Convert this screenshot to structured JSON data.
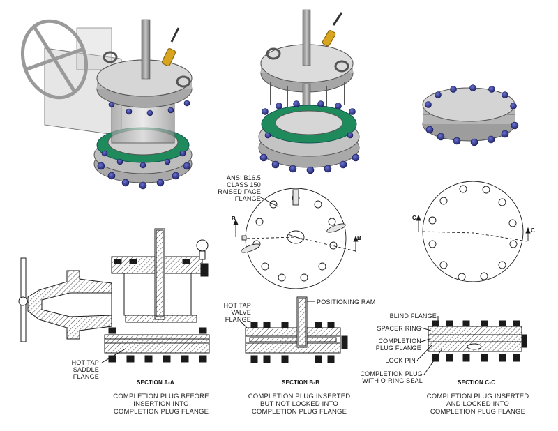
{
  "labels": {
    "flange_spec": "ANSI B16.5\nCLASS 150\nRAISED FACE\nFLANGE",
    "hot_tap_saddle": "HOT TAP\nSADDLE\nFLANGE",
    "hot_tap_valve": "HOT TAP\nVALVE\nFLANGE",
    "positioning_ram": "POSITIONING RAM",
    "blind_flange": "BLIND FLANGE",
    "spacer_ring": "SPACER RING",
    "completion_plug_flange": "COMPLETION\nPLUG FLANGE",
    "lock_pin": "LOCK PIN",
    "completion_plug_oring": "COMPLETION PLUG\nWITH O-RING SEAL"
  },
  "cut_markers": {
    "b": "B",
    "c": "C"
  },
  "sections": [
    {
      "title": "SECTION A-A",
      "caption": "COMPLETION PLUG BEFORE\nINSERTION INTO\nCOMPLETION PLUG FLANGE"
    },
    {
      "title": "SECTION B-B",
      "caption": "COMPLETION PLUG INSERTED\nBUT NOT LOCKED INTO\nCOMPLETION PLUG FLANGE"
    },
    {
      "title": "SECTION C-C",
      "caption": "COMPLETION PLUG INSERTED\nAND LOCKED INTO\nCOMPLETION PLUG FLANGE"
    }
  ],
  "colors": {
    "bolt": "#2e3590",
    "gasket": "#1f8a5b",
    "steel": "#c9c9c9",
    "brass": "#d9a520",
    "line": "#1a1a1a"
  }
}
